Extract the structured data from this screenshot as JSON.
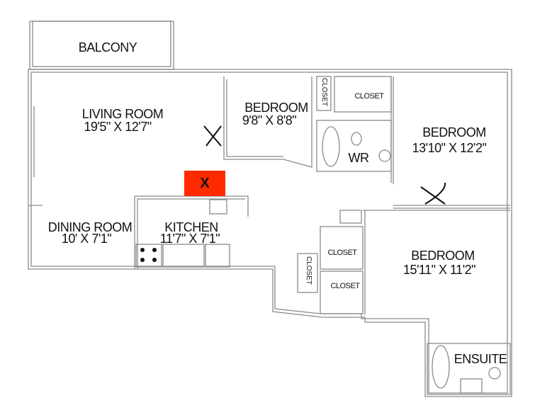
{
  "plan": {
    "balcony": {
      "label": "BALCONY"
    },
    "living_room": {
      "label": "LIVING ROOM",
      "size": "19'5\" X 12'7\""
    },
    "bedroom_small": {
      "label": "BEDROOM",
      "size": "9'8\" X 8'8\""
    },
    "bedroom_right": {
      "label": "BEDROOM",
      "size": "13'10\" X 12'2\""
    },
    "bedroom_master": {
      "label": "BEDROOM",
      "size": "15'11\" X 11'2\""
    },
    "dining_room": {
      "label": "DINING ROOM",
      "size": "10' X 7'1\""
    },
    "kitchen": {
      "label": "KITCHEN",
      "size": "11'7\" X 7'1\""
    },
    "wr": {
      "label": "WR"
    },
    "ensuite": {
      "label": "ENSUITE"
    },
    "closets": [
      "CLOSET",
      "CLOSET",
      "CLOSET",
      "CLOSET",
      "CLOSET"
    ],
    "marker": {
      "label": "X",
      "color": "#ff2a00"
    }
  }
}
